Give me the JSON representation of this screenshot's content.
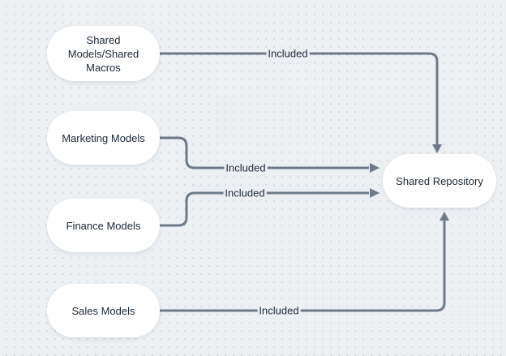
{
  "canvas": {
    "background_color": "#edf0f3",
    "dot_color": "#d6dadf"
  },
  "colors": {
    "node_fill": "#ffffff",
    "node_text": "#1c2733",
    "edge": "#6e7a88",
    "label_halo": "#eef1f4"
  },
  "nodes": [
    {
      "id": "shared-models-shared-macros",
      "label": "Shared\nModels/Shared\nMacros"
    },
    {
      "id": "marketing-models",
      "label": "Marketing Models"
    },
    {
      "id": "finance-models",
      "label": "Finance Models"
    },
    {
      "id": "sales-models",
      "label": "Sales Models"
    },
    {
      "id": "shared-repository",
      "label": "Shared Repository"
    }
  ],
  "edges": [
    {
      "from": "shared-models-shared-macros",
      "to": "shared-repository",
      "label": "Included"
    },
    {
      "from": "marketing-models",
      "to": "shared-repository",
      "label": "Included"
    },
    {
      "from": "finance-models",
      "to": "shared-repository",
      "label": "Included"
    },
    {
      "from": "sales-models",
      "to": "shared-repository",
      "label": "Included"
    }
  ]
}
